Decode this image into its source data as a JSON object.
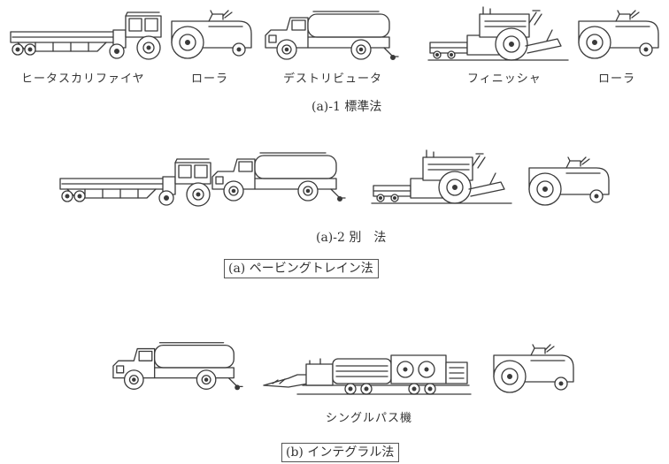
{
  "method_a": {
    "variant1": {
      "machines": [
        {
          "label": "ヒータスカリファイヤ"
        },
        {
          "label": "ローラ"
        },
        {
          "label": "デストリビュータ"
        },
        {
          "label": "フィニッシャ"
        },
        {
          "label": "ローラ"
        }
      ],
      "caption": "(a)-1 標準法"
    },
    "variant2": {
      "caption": "(a)-2 別　法"
    },
    "title": "(a) ペービングトレイン法"
  },
  "method_b": {
    "machine_label": "シングルパス機",
    "title": "(b) インテグラル法"
  }
}
